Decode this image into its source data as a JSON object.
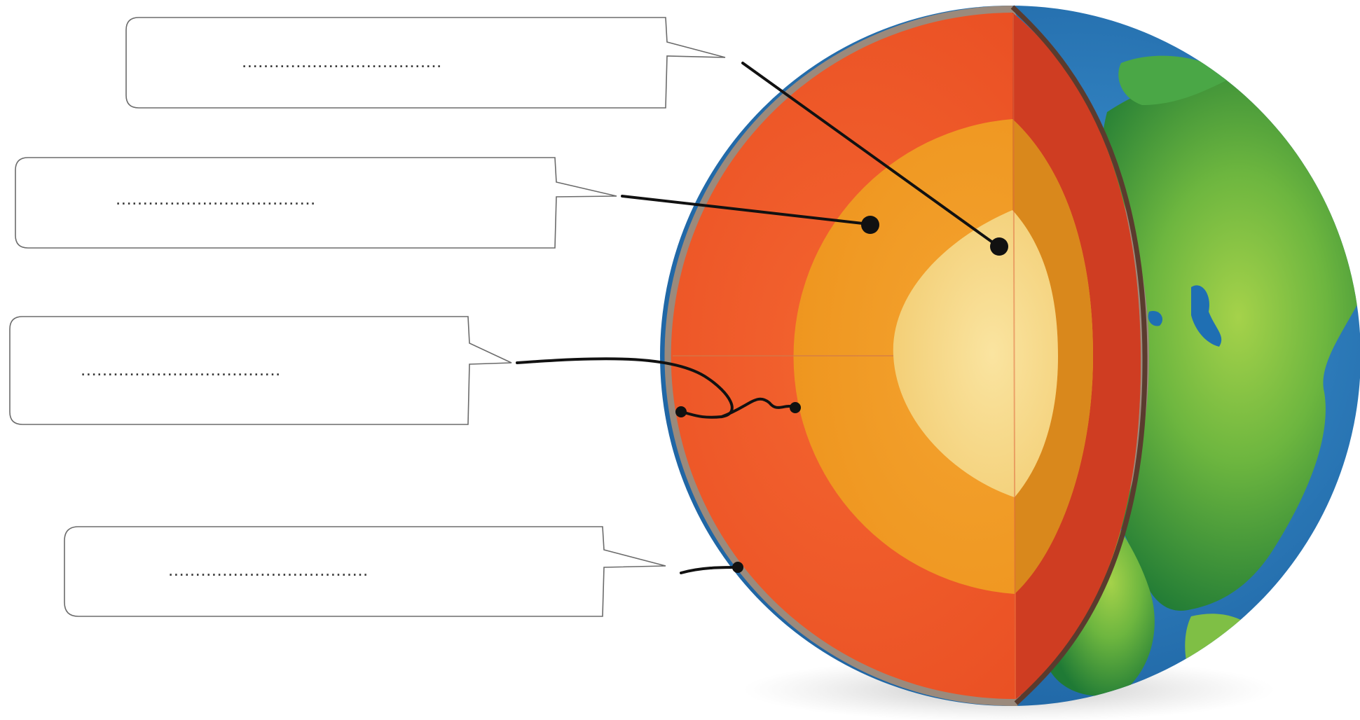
{
  "labels": [
    {
      "id": "inner-core",
      "text": "....................................."
    },
    {
      "id": "outer-core",
      "text": "....................................."
    },
    {
      "id": "mantle",
      "text": "....................................."
    },
    {
      "id": "crust",
      "text": "....................................."
    }
  ],
  "colors": {
    "crust_rim": "#9b8a7c",
    "mantle": "#f05a28",
    "mantle_dark": "#c8381f",
    "outer_core": "#f29a22",
    "inner_core": "#f7d98a",
    "ocean": "#2a7fc1",
    "land": "#3aa04a",
    "land_light": "#8bc640",
    "leader": "#111111"
  }
}
